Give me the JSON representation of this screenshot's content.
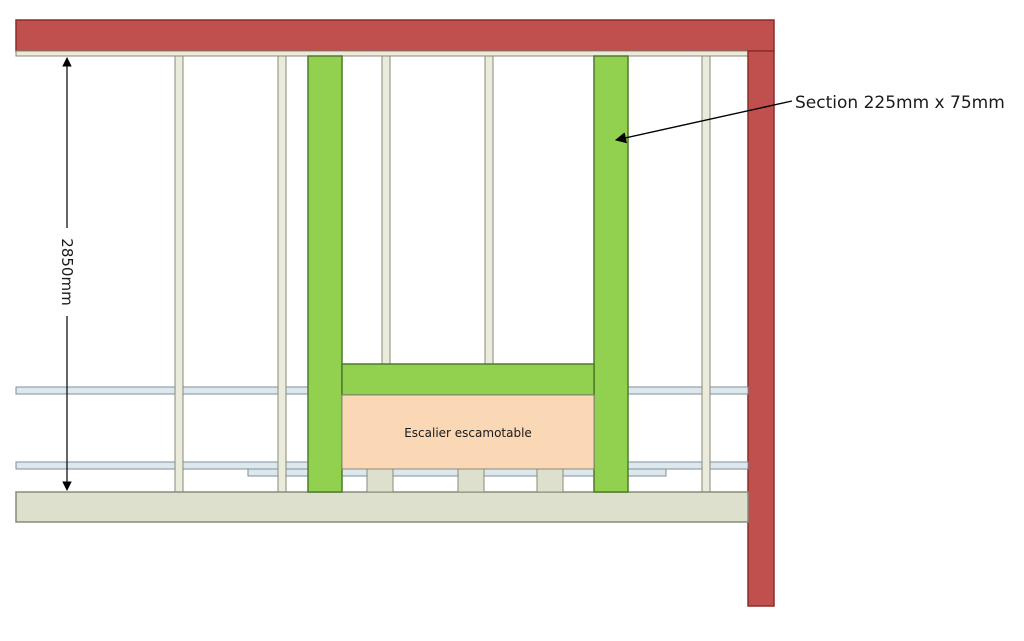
{
  "diagram": {
    "height_dimension": "2850mm",
    "section_label": "Section 225mm x 75mm",
    "stair_label": "Escalier escamotable"
  },
  "colors": {
    "beam_red": "#c0504d",
    "beam_red_edge": "#8b2d2a",
    "joist_green": "#92d050",
    "joist_green_edge": "#4e7a2a",
    "stair_fill": "#fad7b5",
    "stud_fill": "#ebebdc",
    "stud_edge": "#8a8a7a",
    "floor_fill": "#dde0cc",
    "rail_fill": "#dde8ee",
    "rail_edge": "#7f8f99"
  }
}
